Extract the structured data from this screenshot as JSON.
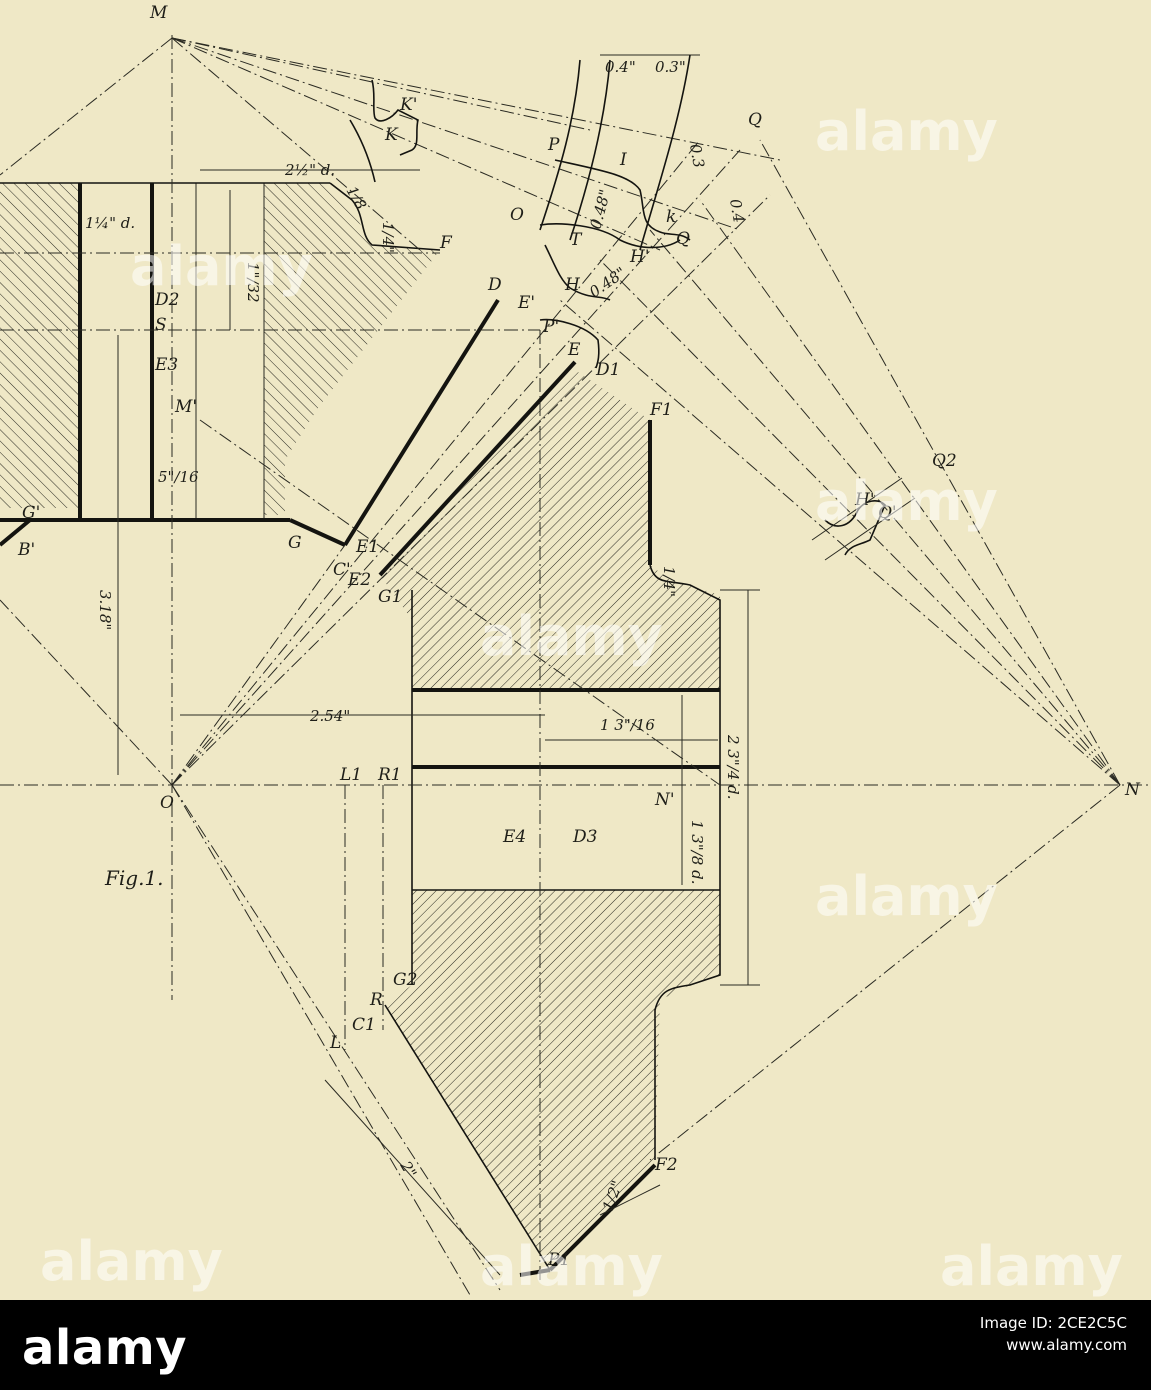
{
  "figure": {
    "caption": "Fig.1.",
    "labels": {
      "M": "M",
      "M_prime": "M'",
      "K_prime": "K'",
      "K": "K",
      "P": "P",
      "I": "I",
      "Q": "Q",
      "O_upper": "O",
      "T": "T",
      "k": "k",
      "Q_upper_right": "Q",
      "H": "H",
      "H_prime": "H'",
      "D": "D",
      "E_prime": "E'",
      "P_prime": "P'",
      "E": "E",
      "D1": "D1",
      "F": "F",
      "F1": "F1",
      "D2": "D2",
      "S": "S",
      "E3": "E3",
      "Q2": "Q2",
      "H_prime_right": "H'",
      "Q_prime": "Q'",
      "G_prime": "G'",
      "B_prime": "B'",
      "G": "G",
      "E1": "E1",
      "C_prime": "C'",
      "E2": "E2",
      "G1": "G1",
      "O": "O",
      "L1": "L1",
      "R1": "R1",
      "N_prime": "N'",
      "N": "N",
      "E4": "E4",
      "D3": "D3",
      "G2": "G2",
      "R": "R",
      "C1": "C1",
      "L": "L",
      "F2": "F2",
      "P1": "P1"
    },
    "dimensions": {
      "d_2_1_2": "2½\" d.",
      "d_1_1_4": "1¼\" d.",
      "dim_1_32": "1\"/32",
      "dim_1_4_top": "1/4\"",
      "dim_1_8": "1/8",
      "dim_5_16": "5\"/16",
      "dim_3_18": "3.18\"",
      "dim_2_54": "2.54\"",
      "dim_1_3_16": "1 3\"/16",
      "dim_2_3_4_d": "2 3\"/4 d.",
      "dim_1_3_8_d": "1 3\"/8 d.",
      "dim_1_4_right": "1/4\"",
      "dim_2": "2\"",
      "dim_1_2": "1/2\"",
      "dim_0_4_top": "0.4\"",
      "dim_0_3_top": "0.3\"",
      "dim_0_48_a": "0.48\"",
      "dim_0_48_b": "0.48\"",
      "dim_0_3_diag": "0.3",
      "dim_0_4_diag": "0.4"
    }
  },
  "watermark": {
    "text": "alamy"
  },
  "footer": {
    "brand": "alamy",
    "image_id_label": "Image ID: 2CE2C5C",
    "site": "www.alamy.com"
  }
}
